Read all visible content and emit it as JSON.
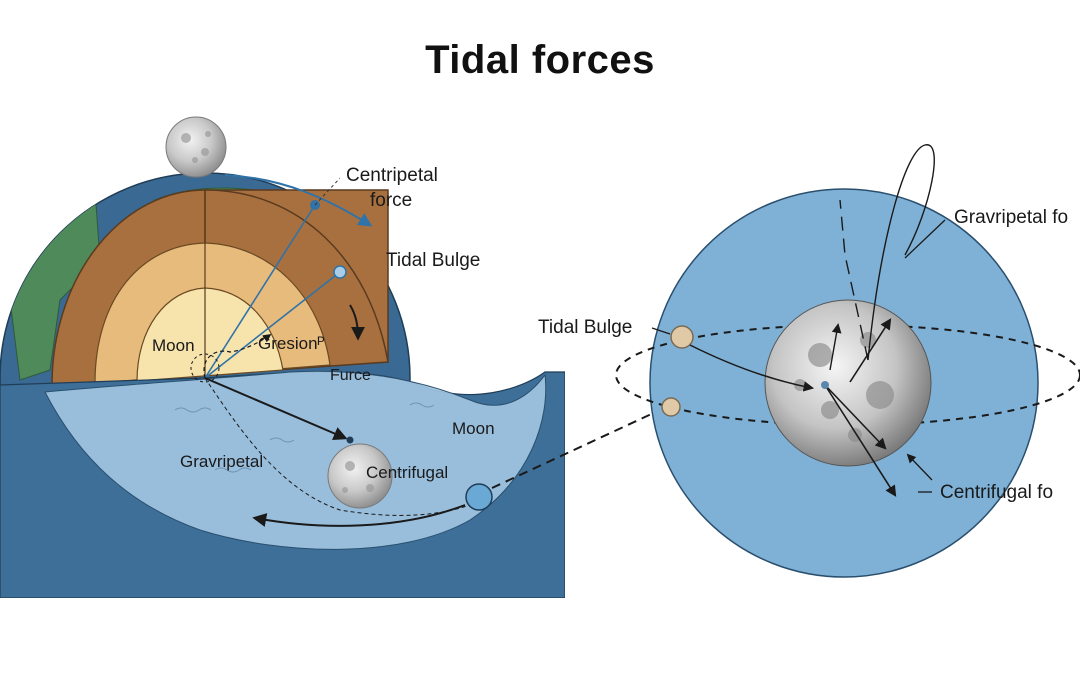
{
  "title": "Tidal forces",
  "left_panel": {
    "centripetal_line1": "Centripetal",
    "centripetal_line2": "force",
    "tidal_bulge": "Tidal Bulge",
    "moon_core": "Moon",
    "gresion": "Gresionᴾ",
    "furce": "Furce",
    "gravripetal": "Gravripetal",
    "moon_water": "Moon",
    "centrifugal": "Centrifugal"
  },
  "right_panel": {
    "gravripetal_force": "Gravripetal fo",
    "tidal_bulge": "Tidal Bulge",
    "centrifugal_force": "Centrifugal fo"
  },
  "colors": {
    "ocean_dark": "#3a6a93",
    "ocean_light": "#a9cde6",
    "crust": "#a8703f",
    "mantle": "#e7bb7c",
    "core": "#f7e3ac",
    "land": "#4f8a5b",
    "right_circle": "#7fb1d6",
    "arrow_blue": "#2f73a8"
  }
}
